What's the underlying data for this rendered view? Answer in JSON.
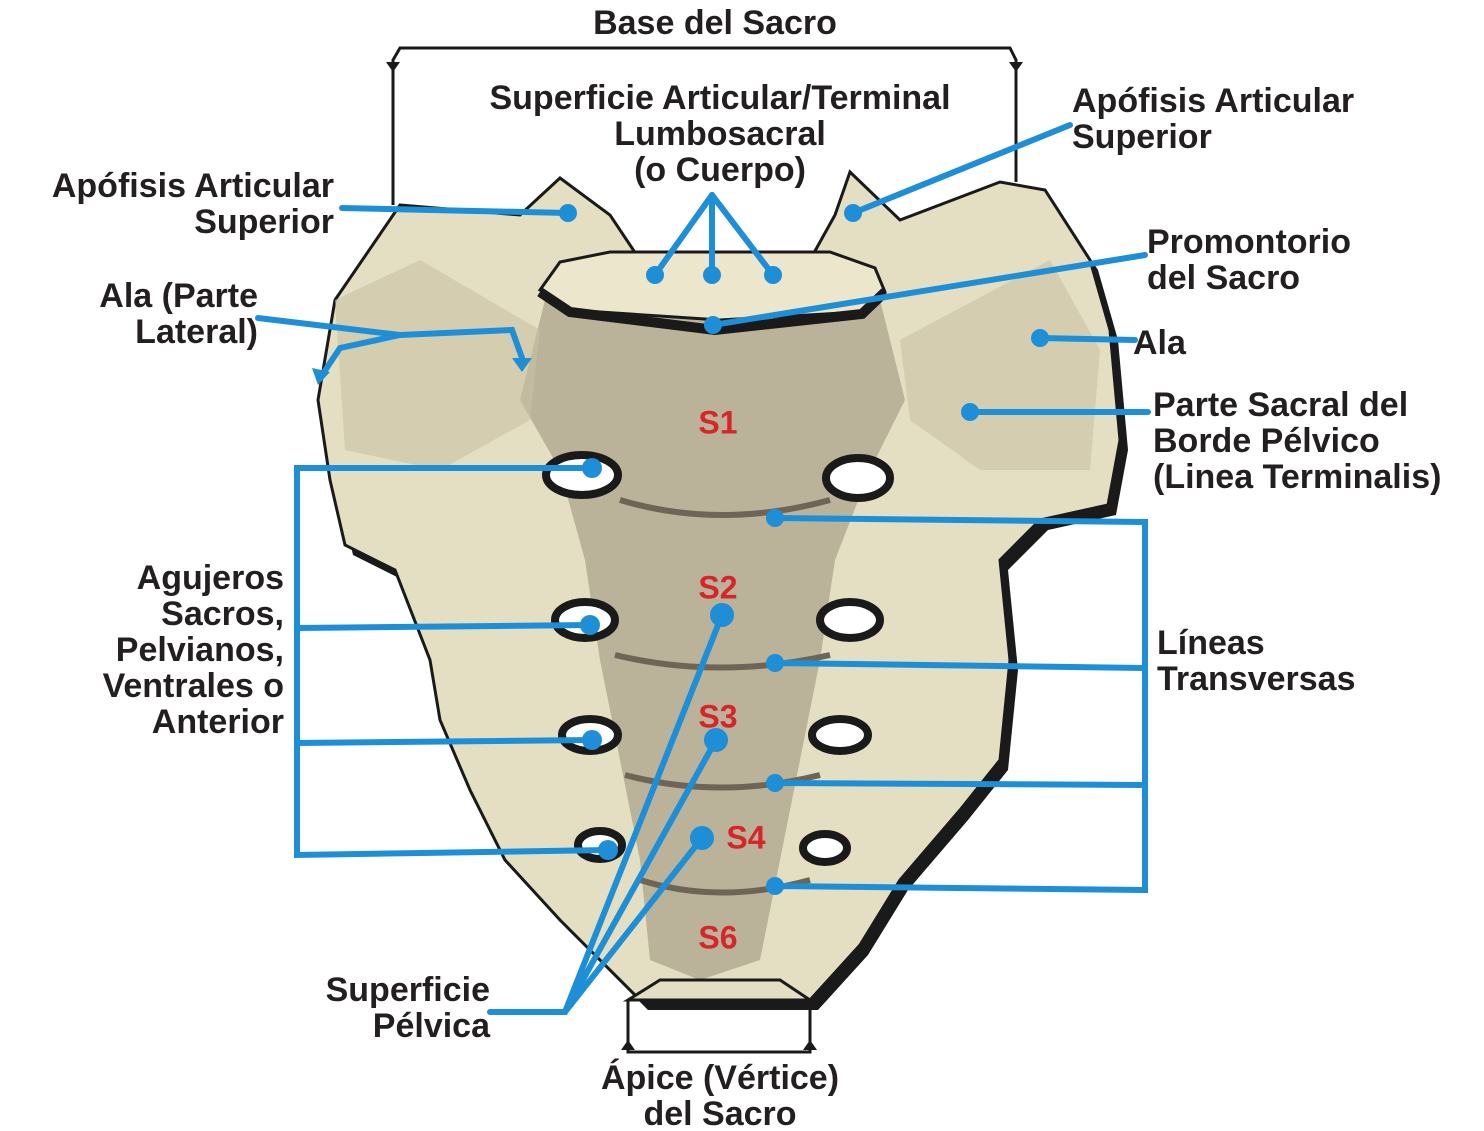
{
  "colors": {
    "leader": "#1e8fd6",
    "bone": "#e4dfc2",
    "bone_shadow": "#8c8270",
    "bone_dark": "#6e6557",
    "outline": "#1a1a1a",
    "segment_text": "#d6262b",
    "label_text": "#231f20"
  },
  "labels": {
    "base": "Base del Sacro",
    "articular_surface": [
      "Superficie Articular/Terminal",
      "Lumbosacral",
      "(o Cuerpo)"
    ],
    "sup_art_left": [
      "Apófisis Articular",
      "Superior"
    ],
    "sup_art_right": [
      "Apófisis Articular",
      "Superior"
    ],
    "ala_left": [
      "Ala (Parte",
      "Lateral)"
    ],
    "promontory": [
      "Promontorio",
      "del Sacro"
    ],
    "ala_right": "Ala",
    "pelvic_brim": [
      "Parte Sacral del",
      "Borde Pélvico",
      "(Linea Terminalis)"
    ],
    "foramina": [
      "Agujeros",
      "Sacros,",
      "Pelvianos,",
      "Ventrales o",
      "Anterior"
    ],
    "transverse_lines": [
      "Líneas",
      "Transversas"
    ],
    "pelvic_surface": [
      "Superficie",
      "Pélvica"
    ],
    "apex": [
      "Ápice (Vértice)",
      "del Sacro"
    ]
  },
  "segments": [
    "S1",
    "S2",
    "S3",
    "S4",
    "S6"
  ]
}
